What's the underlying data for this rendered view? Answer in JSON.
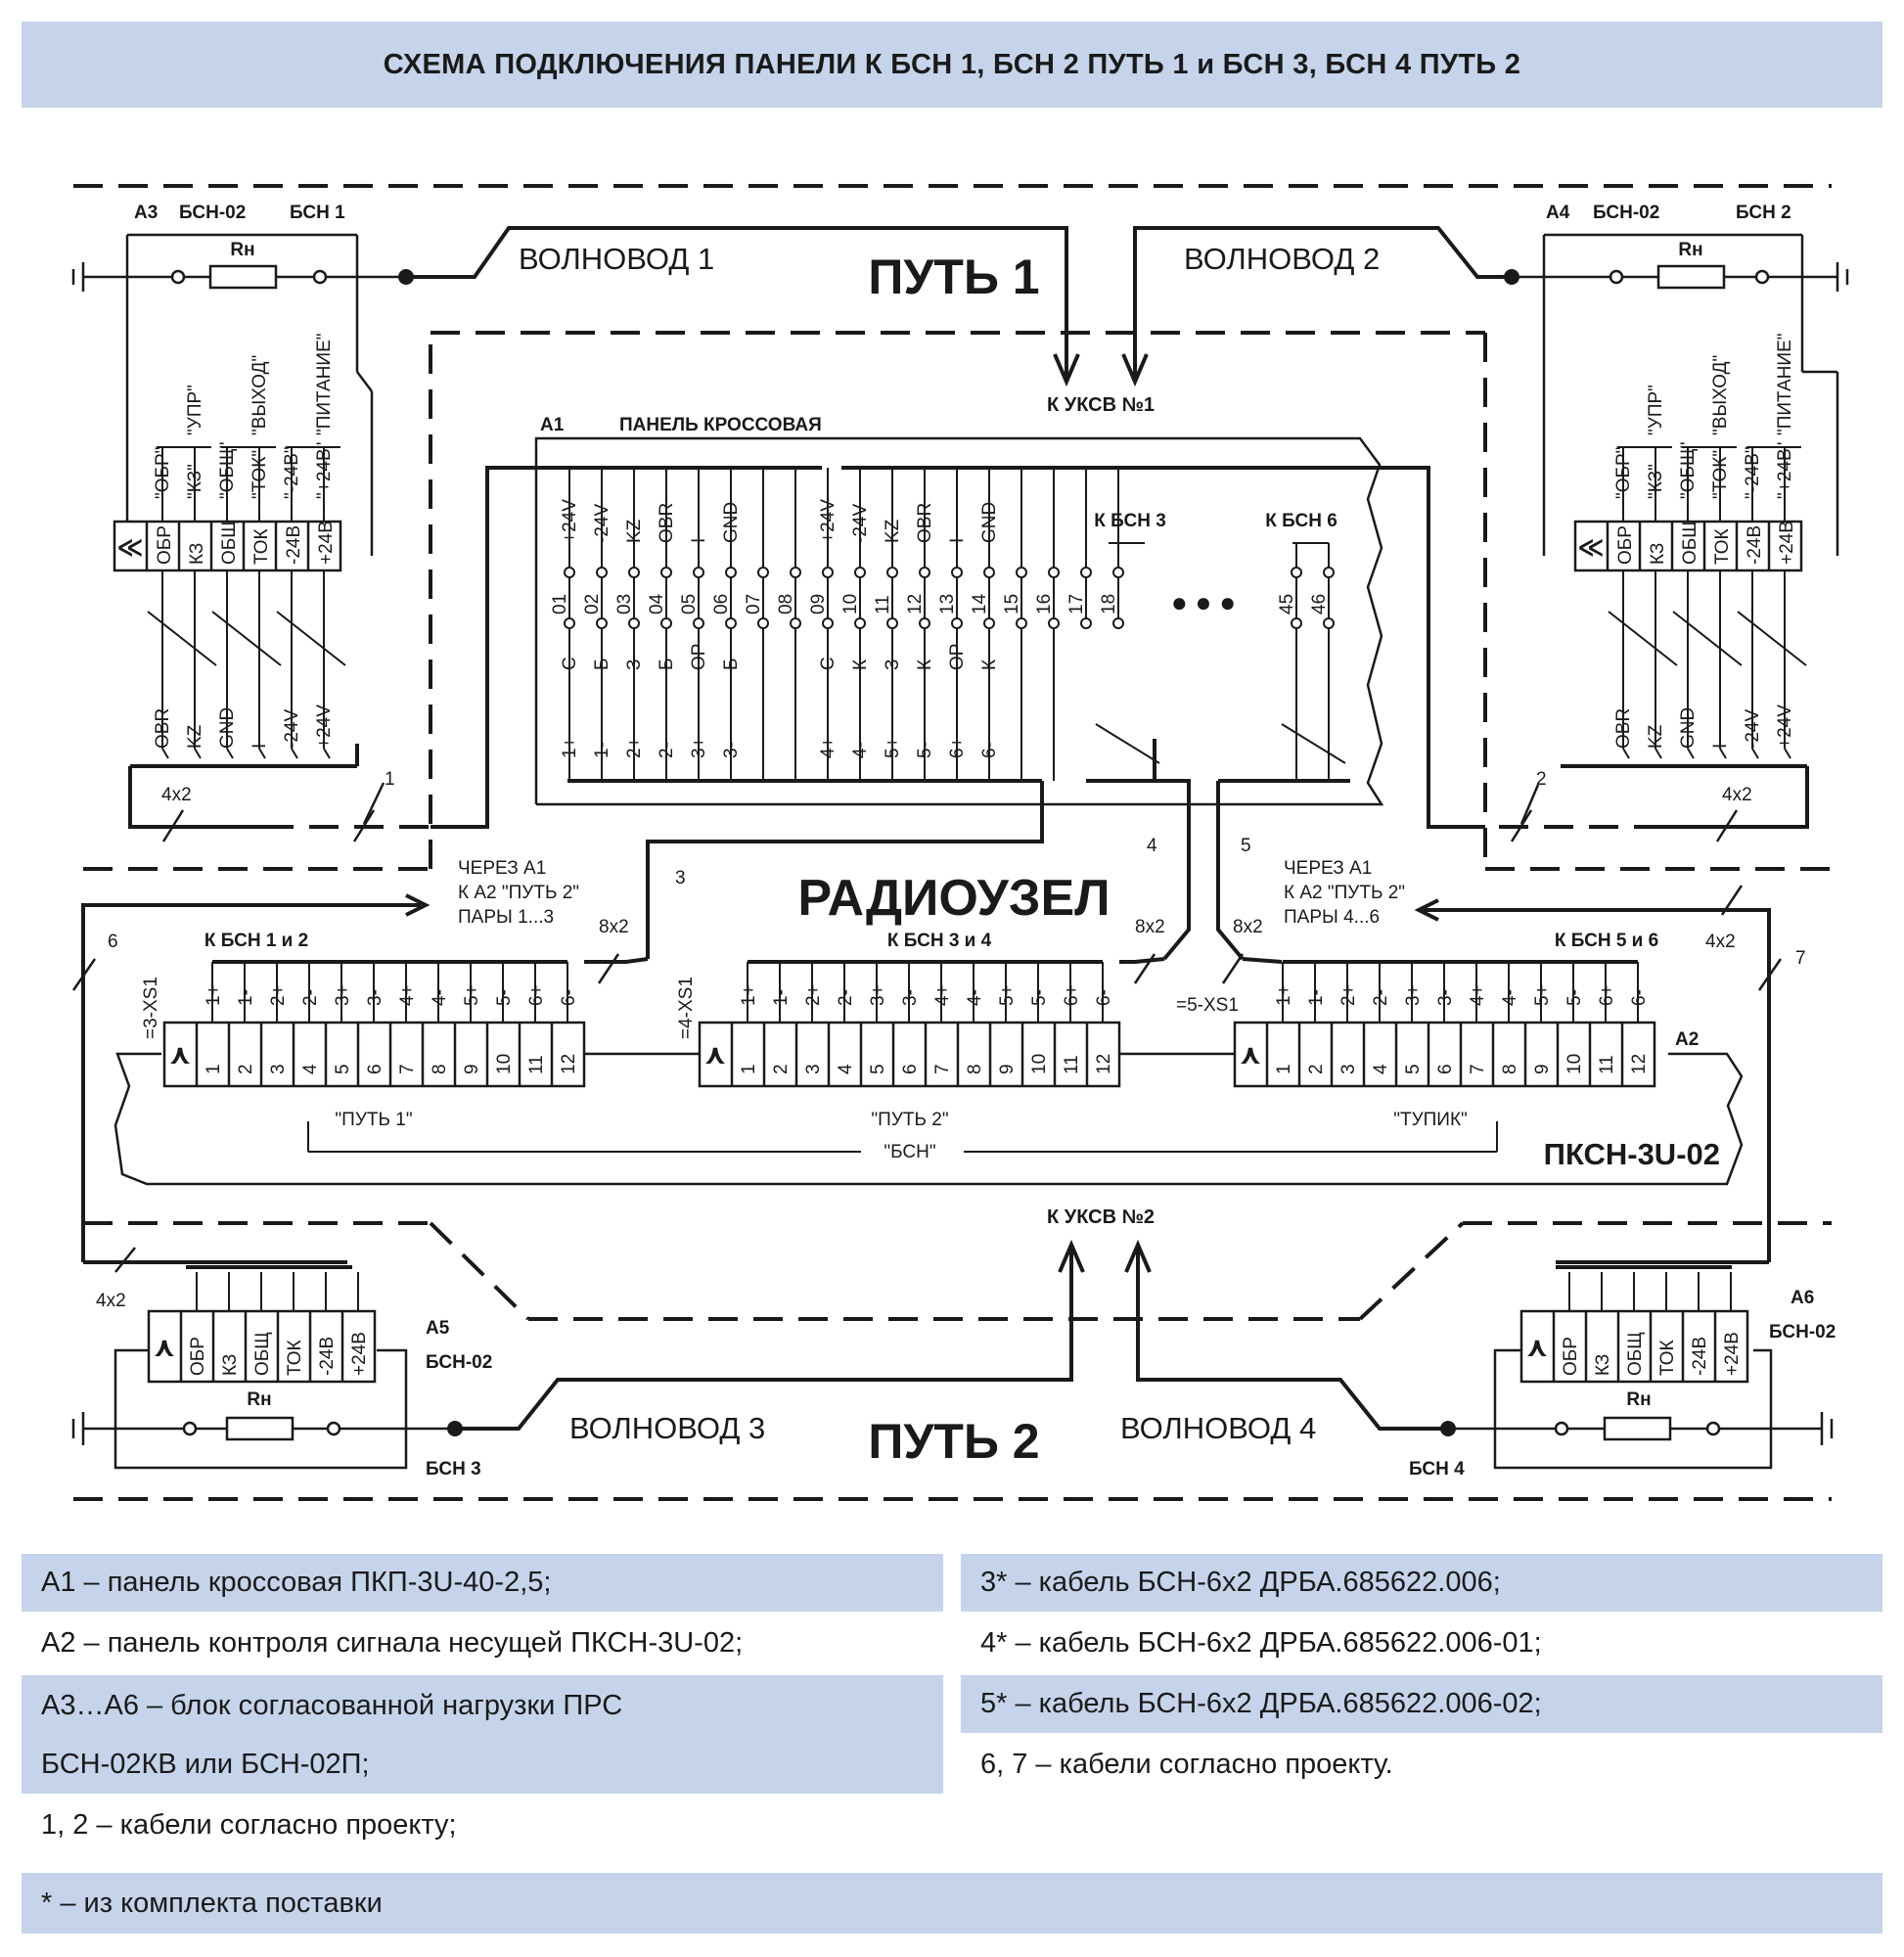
{
  "title": "СХЕМА ПОДКЛЮЧЕНИЯ ПАНЕЛИ К БСН 1, БСН 2 ПУТЬ 1 и БСН 3, БСН 4 ПУТЬ 2",
  "sections": {
    "path1": "ПУТЬ 1",
    "path2": "ПУТЬ 2",
    "radio": "РАДИОУЗЕЛ",
    "uksv1": "К УКСВ №1",
    "uksv2": "К УКСВ №2"
  },
  "waveguides": {
    "w1": "ВОЛНОВОД 1",
    "w2": "ВОЛНОВОД 2",
    "w3": "ВОЛНОВОД 3",
    "w4": "ВОЛНОВОД 4"
  },
  "blocks": {
    "a3": {
      "id": "А3",
      "model": "БСН-02",
      "name": "БСН 1"
    },
    "a4": {
      "id": "А4",
      "model": "БСН-02",
      "name": "БСН 2"
    },
    "a5": {
      "id": "А5",
      "model": "БСН-02",
      "name": "БСН 3"
    },
    "a6": {
      "id": "А6",
      "model": "БСН-02",
      "name": "БСН 4"
    },
    "rn": "Rн",
    "terminals": [
      "ОБР",
      "КЗ",
      "ОБЩ",
      "ТОК",
      "-24В",
      "+24В"
    ],
    "signals_top": [
      "\"ОБР\"",
      "\"КЗ\"",
      "\"ОБЩ\"",
      "\"ТОК\"",
      "\"-24В\"",
      "\"+24В\""
    ],
    "groups": [
      "\"УПР\"",
      "\"ВЫХОД\"",
      "\"ПИТАНИЕ\""
    ],
    "wires": [
      "OBR",
      "KZ",
      "GND",
      "I",
      "-24V",
      "+24V"
    ]
  },
  "a1": {
    "id": "А1",
    "name": "ПАНЕЛЬ КРОССОВАЯ",
    "top_labels_a": [
      "+24V",
      "-24V",
      "KZ",
      "OBR",
      "I",
      "GND"
    ],
    "top_labels_b": [
      "+24V",
      "-24V",
      "KZ",
      "OBR",
      "I",
      "GND"
    ],
    "pins": [
      "01",
      "02",
      "03",
      "04",
      "05",
      "06",
      "07",
      "08",
      "09",
      "10",
      "11",
      "12",
      "13",
      "14",
      "15",
      "16",
      "17",
      "18"
    ],
    "pins_end": [
      "45",
      "46"
    ],
    "colors_a": [
      "С",
      "Б",
      "З",
      "Б",
      "ОР",
      "Б"
    ],
    "colors_b": [
      "С",
      "К",
      "З",
      "К",
      "ОР",
      "К"
    ],
    "pairs_a": [
      "1+",
      "1-",
      "2+",
      "2-",
      "3+",
      "3-"
    ],
    "pairs_b": [
      "4+",
      "4-",
      "5+",
      "5-",
      "6+",
      "6-"
    ],
    "to_bsn3": "К БСН 3",
    "to_bsn6": "К БСН 6",
    "dots": "● ● ●"
  },
  "a2": {
    "id": "А2",
    "model": "ПКСН-3U-02",
    "conn1": "=3-XS1",
    "conn2": "=4-XS1",
    "conn3": "=5-XS1",
    "group1": "К БСН 1 и 2",
    "group2": "К БСН 3 и 4",
    "group3": "К БСН 5 и 6",
    "contacts": [
      "1+",
      "1-",
      "2+",
      "2-",
      "3+",
      "3-",
      "4+",
      "4-",
      "5+",
      "5-",
      "6+",
      "6-"
    ],
    "numbers": [
      "1",
      "2",
      "3",
      "4",
      "5",
      "6",
      "7",
      "8",
      "9",
      "10",
      "11",
      "12"
    ],
    "mode1": "\"ПУТЬ 1\"",
    "mode2": "\"ПУТЬ 2\"",
    "mode3": "\"ТУПИК\"",
    "mode_bsn": "\"БСН\""
  },
  "notes": {
    "via_left": [
      "ЧЕРЕЗ  А1",
      "К А2 \"ПУТЬ 2\"",
      "ПАРЫ 1...3"
    ],
    "via_right": [
      "ЧЕРЕЗ  А1",
      "К А2 \"ПУТЬ 2\"",
      "ПАРЫ 4...6"
    ]
  },
  "cables": {
    "c1": "1",
    "c2": "2",
    "c3": "3",
    "c4": "4",
    "c5": "5",
    "c6": "6",
    "c7": "7",
    "x4": "4x2",
    "x8": "8x2"
  },
  "legend": {
    "left": [
      "А1 – панель кроссовая ПКП-3U-40-2,5;",
      "А2 – панель контроля сигнала несущей ПКСН-3U-02;",
      "А3…А6 – блок согласованной нагрузки ПРС",
      "БСН-02КВ или БСН-02П;",
      "1, 2 – кабели согласно проекту;"
    ],
    "right": [
      "3* – кабель БСН-6х2 ДРБА.685622.006;",
      "4* – кабель БСН-6х2 ДРБА.685622.006-01;",
      "5* – кабель БСН-6х2 ДРБА.685622.006-02;",
      "6, 7 – кабели согласно проекту.",
      ""
    ],
    "footer": "* – из комплекта поставки"
  },
  "colors": {
    "header_bg": "#c5d4ea",
    "ink": "#1a1a1a",
    "paper": "#ffffff"
  }
}
